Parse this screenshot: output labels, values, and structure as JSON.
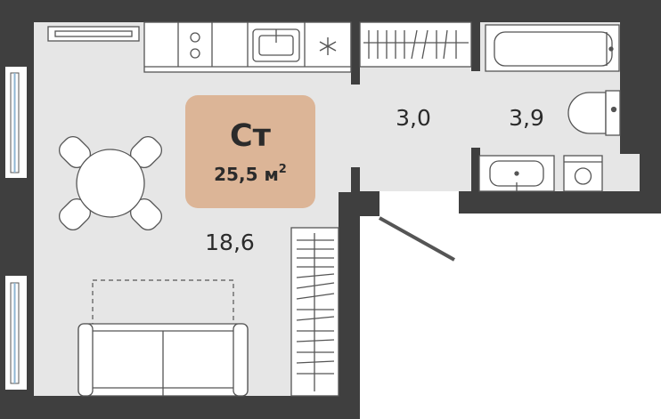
{
  "unit": {
    "type_label": "Ст",
    "total_area": "25,5 м",
    "area_sup": "2",
    "badge_color": "#dcb597"
  },
  "rooms": {
    "living_area": "18,6",
    "hall_area": "3,0",
    "bath_area": "3,9"
  },
  "colors": {
    "wall": "#3f3f3f",
    "floor": "#e6e6e6",
    "line": "#555555"
  }
}
